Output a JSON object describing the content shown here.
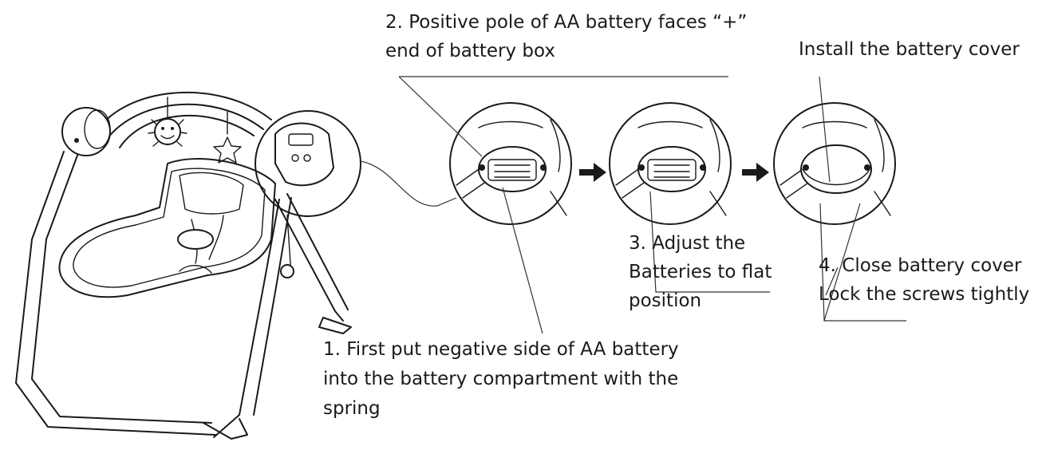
{
  "labels": {
    "step1_line1": "1. First put negative side of AA battery",
    "step1_line2": "into the battery compartment with the",
    "step1_line3": "spring",
    "step2_line1": "2. Positive pole of AA battery faces “+”",
    "step2_line2": "end of battery box",
    "step3_line1": "3. Adjust  the",
    "step3_line2": "Batteries to flat",
    "step3_line3": "position",
    "step4_line1": "4. Close battery cover",
    "step4_line2": "Lock the screws tightly",
    "install_cover": "Install the battery cover"
  },
  "icons": [
    "baby-swing-illustration",
    "magnifier-circle",
    "arrow-right-icon",
    "sun-toy-icon",
    "star-toy-icon"
  ],
  "colors": {
    "line": "#1a1a1a",
    "background": "#ffffff"
  }
}
